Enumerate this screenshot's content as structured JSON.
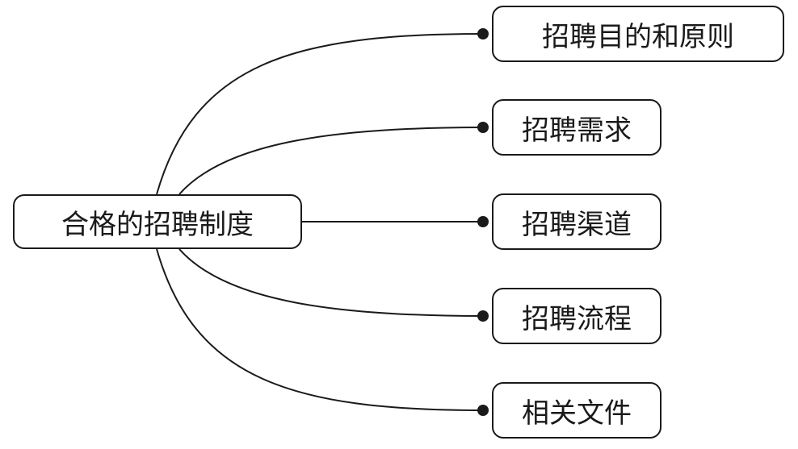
{
  "diagram": {
    "root": {
      "label": "合格的招聘制度"
    },
    "children": [
      {
        "label": "招聘目的和原则"
      },
      {
        "label": "招聘需求"
      },
      {
        "label": "招聘渠道"
      },
      {
        "label": "招聘流程"
      },
      {
        "label": "相关文件"
      }
    ]
  }
}
